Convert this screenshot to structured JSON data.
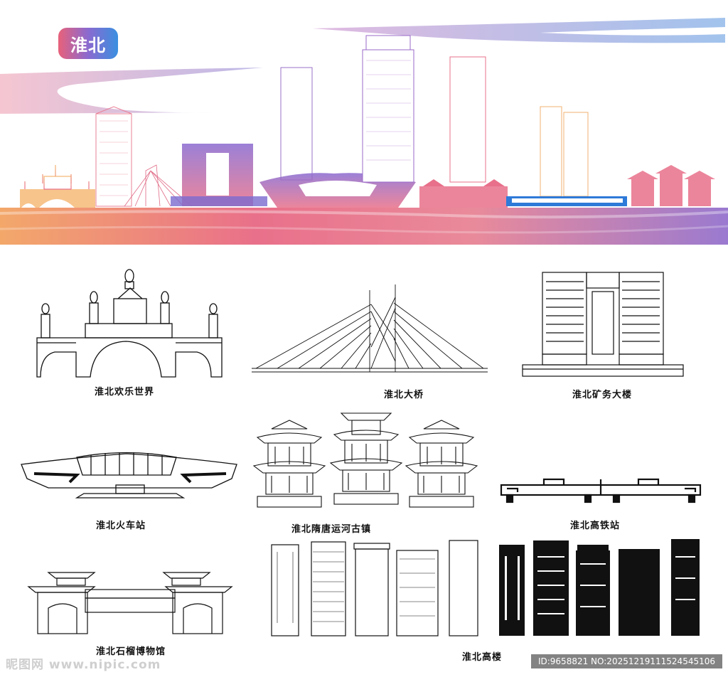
{
  "header": {
    "title": "淮北"
  },
  "landmarks": [
    {
      "id": "happy-world",
      "label": "淮北欢乐世界"
    },
    {
      "id": "bridge",
      "label": "淮北大桥"
    },
    {
      "id": "mining-tower",
      "label": "淮北矿务大楼"
    },
    {
      "id": "train-station",
      "label": "淮北火车站"
    },
    {
      "id": "canal-town",
      "label": "淮北隋唐运河古镇"
    },
    {
      "id": "hsr-station",
      "label": "淮北高铁站"
    },
    {
      "id": "museum",
      "label": "淮北石榴博物馆"
    },
    {
      "id": "towers",
      "label": "淮北高楼"
    }
  ],
  "watermark": {
    "site": "昵图网 www.nipic.com",
    "id_text": "ID:9658821 NO:20251219111524545106"
  },
  "colors": {
    "pink": "#e8708a",
    "purple": "#8a62c8",
    "blue": "#3a80d8",
    "orange": "#f0b070"
  }
}
